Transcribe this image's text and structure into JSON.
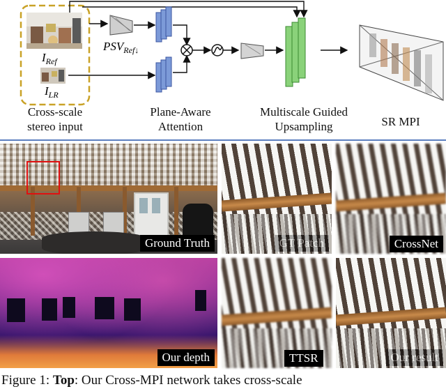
{
  "diagram": {
    "input_label_1": "Cross-scale",
    "input_label_2": "stereo input",
    "ref_symbol": "I",
    "ref_sub": "Ref",
    "lr_symbol": "I",
    "lr_sub": "LR",
    "psv_symbol": "PSV",
    "psv_sub": "Ref↓",
    "attention_label_1": "Plane-Aware",
    "attention_label_2": "Attention",
    "upsample_label_1": "Multiscale Guided",
    "upsample_label_2": "Upsampling",
    "output_label": "SR MPI",
    "colors": {
      "dashed_box": "#c9a227",
      "block_blue": "#7c9ad8",
      "block_green": "#8ad27a"
    }
  },
  "panels": {
    "ground_truth": "Ground Truth",
    "gt_patch": "GT Patch",
    "crossnet": "CrossNet",
    "depth": "Our depth",
    "ttsr": "TTSR",
    "result": "Our result"
  },
  "caption": {
    "prefix": "Figure 1:",
    "bold": "Top",
    "text": ": Our Cross-MPI network takes cross-scale"
  }
}
